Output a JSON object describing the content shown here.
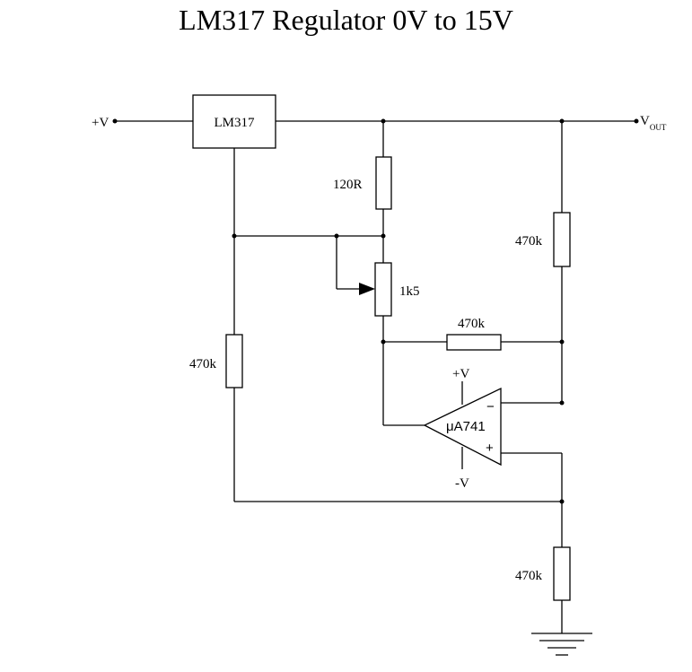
{
  "title": "LM317 Regulator 0V to 15V",
  "labels": {
    "vin": "+V",
    "vout": "V",
    "vout_sub": "OUT",
    "regulator": "LM317",
    "r_120": "120R",
    "pot": "1k5",
    "r_out_top": "470k",
    "r_feedback": "470k",
    "r_adj": "470k",
    "r_gnd": "470k",
    "opamp": "μA741",
    "opamp_vpos": "+V",
    "opamp_vneg": "-V",
    "opamp_inv": "−",
    "opamp_noninv": "+"
  }
}
